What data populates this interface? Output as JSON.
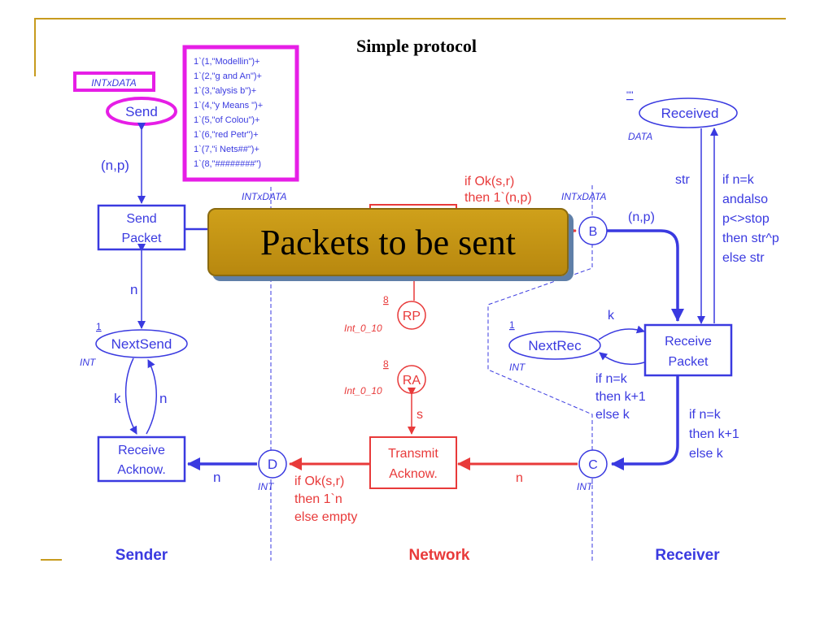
{
  "title": "Simple protocol",
  "callout": "Packets to be sent",
  "colors": {
    "blue": "#3a3ae0",
    "red": "#e83a3a",
    "magenta": "#e61ee6",
    "gold": "#c79b1e"
  },
  "places": {
    "send": {
      "label": "Send",
      "type": "INTxDATA"
    },
    "next_send": {
      "label": "NextSend",
      "type": "INT",
      "marking": "1"
    },
    "d": {
      "label": "D",
      "type": "INT"
    },
    "a": {
      "type": "INTxDATA"
    },
    "rp": {
      "label": "RP",
      "type": "Int_0_10",
      "marking": "8"
    },
    "ra": {
      "label": "RA",
      "type": "Int_0_10",
      "marking": "8"
    },
    "b": {
      "label": "B",
      "type": "INTxDATA"
    },
    "c": {
      "label": "C",
      "type": "INT"
    },
    "received": {
      "label": "Received",
      "type": "DATA",
      "marking": "\"\""
    },
    "next_rec": {
      "label": "NextRec",
      "type": "INT",
      "marking": "1"
    }
  },
  "transitions": {
    "send_packet": [
      "Send",
      "Packet"
    ],
    "receive_acknow": [
      "Receive",
      "Acknow."
    ],
    "transmit_acknow": [
      "Transmit",
      "Acknow."
    ],
    "receive_packet": [
      "Receive",
      "Packet"
    ]
  },
  "initial_marking": [
    "1`(1,\"Modellin\")+",
    "1`(2,\"g and An\")+",
    "1`(3,\"alysis b\")+",
    "1`(4,\"y Means \")+",
    "1`(5,\"of Colou\")+",
    "1`(6,\"red Petr\")+",
    "1`(7,\"i Nets##\")+",
    "1`(8,\"########\")"
  ],
  "arcs": {
    "np": "(n,p)",
    "np_b": "(n,p)",
    "n_send": "n",
    "k": "k",
    "n": "n",
    "n_d": "n",
    "n_c": "n",
    "s": "s",
    "k_rec": "k",
    "str": "str",
    "transmit_packet": [
      "if Ok(s,r)",
      "then 1`(n,p)"
    ],
    "transmit_ack": [
      "if Ok(s,r)",
      "then 1`n",
      "else empty"
    ],
    "received_update": [
      "if n=k",
      "andalso",
      "p<>stop",
      "then str^p",
      "else str"
    ],
    "nextrec_update": [
      "if n=k",
      "then k+1",
      "else k"
    ],
    "c_update": [
      "if n=k",
      "then k+1",
      "else k"
    ]
  },
  "sections": {
    "sender": "Sender",
    "network": "Network",
    "receiver": "Receiver"
  }
}
